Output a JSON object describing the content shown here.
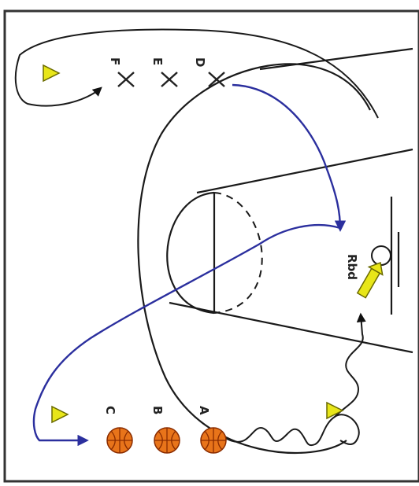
{
  "players_top": [
    {
      "label": "F",
      "icon": "x-mark"
    },
    {
      "label": "E",
      "icon": "x-mark"
    },
    {
      "label": "D",
      "icon": "x-mark"
    }
  ],
  "players_bottom": [
    {
      "label": "C",
      "icon": "basketball"
    },
    {
      "label": "B",
      "icon": "basketball"
    },
    {
      "label": "A",
      "icon": "basketball"
    }
  ],
  "spot_label": "Rbd",
  "colors": {
    "court_lines": "#1a1a1a",
    "pass_path": "#2b2f9e",
    "cone": "#e8e619",
    "ball": "#e8741a",
    "ball_seam": "#8a2c00",
    "frame": "#333333"
  }
}
